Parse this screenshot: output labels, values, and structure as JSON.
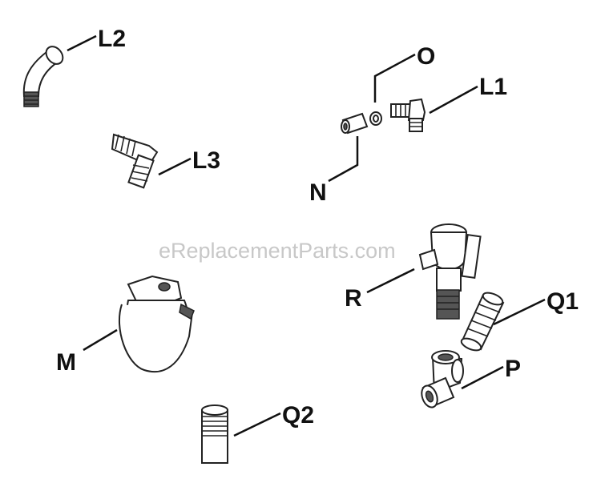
{
  "watermark": "eReplacementParts.com",
  "callouts": {
    "L2": "L2",
    "O": "O",
    "L1": "L1",
    "L3": "L3",
    "N": "N",
    "R": "R",
    "Q1": "Q1",
    "M": "M",
    "P": "P",
    "Q2": "Q2"
  }
}
